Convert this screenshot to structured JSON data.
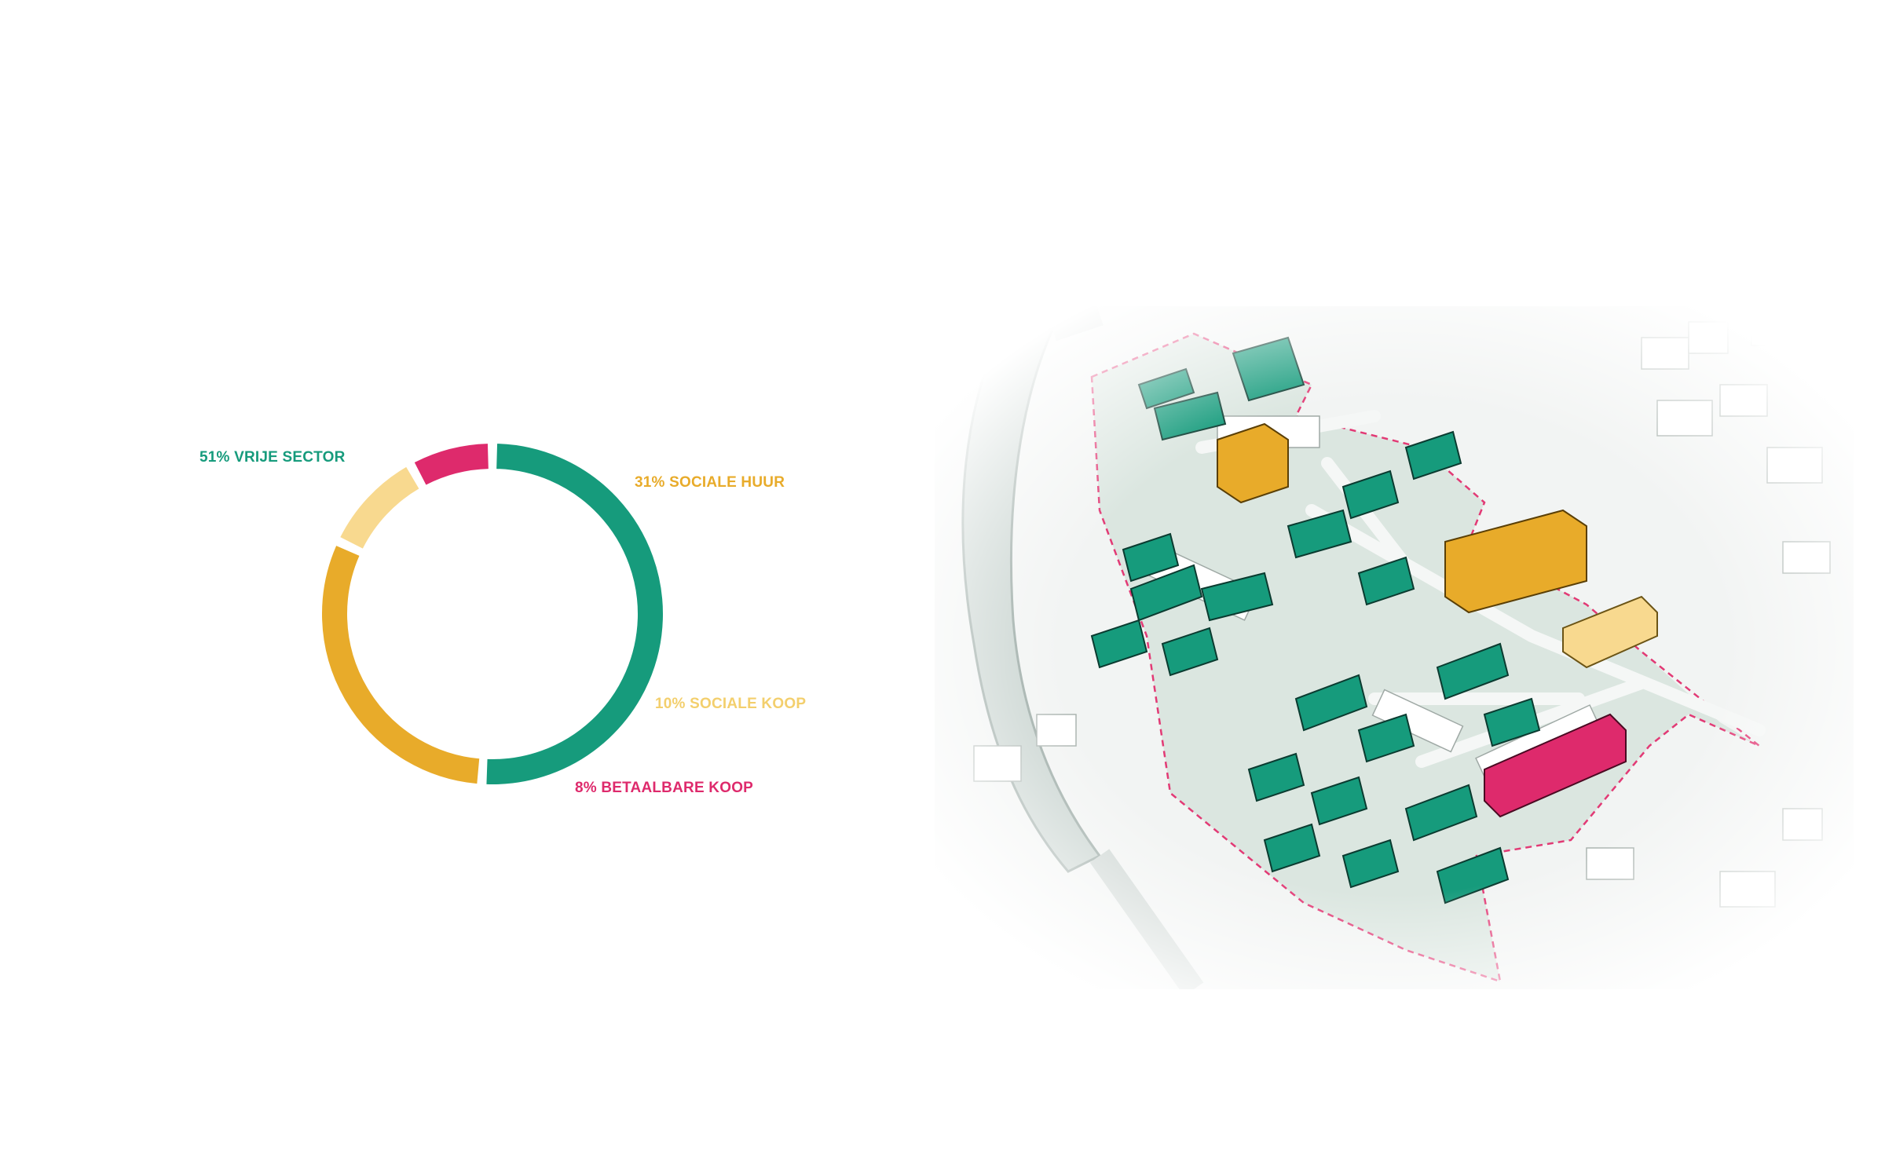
{
  "chart_data": {
    "type": "pie",
    "title": "",
    "slices": [
      {
        "label": "51% VRIJE SECTOR",
        "value": 51,
        "color": "#169b7c"
      },
      {
        "label": "31% SOCIALE HUUR",
        "value": 31,
        "color": "#e8ab2a"
      },
      {
        "label": "10% SOCIALE KOOP",
        "value": 10,
        "color": "#f8d98f"
      },
      {
        "label": "8% BETAALBARE KOOP",
        "value": 8,
        "color": "#de2a6c"
      }
    ],
    "donut": true,
    "start": "top"
  },
  "map": {
    "description_icon": "isometric-site-plan",
    "colors": {
      "vrije_sector": "#169b7c",
      "sociale_huur": "#e8ab2a",
      "sociale_koop": "#f8d98f",
      "betaalbare_koop": "#de2a6c",
      "boundary": "#e23a75",
      "ground": "#dfe8e3",
      "water": "#c7d3cf"
    }
  }
}
